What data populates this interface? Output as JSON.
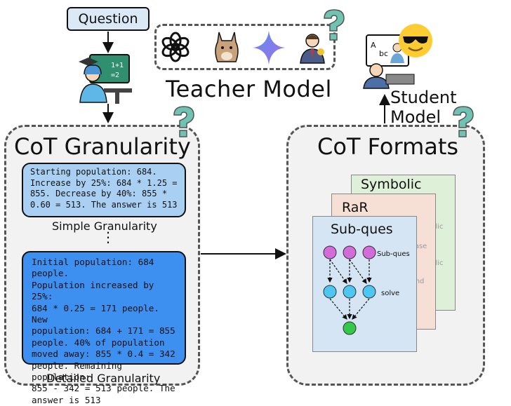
{
  "question": "Question",
  "teacher": {
    "label": "Teacher Model",
    "model_icons": [
      "openai-logo-icon",
      "llama-icon",
      "gemini-icon",
      "expert-person-icon"
    ]
  },
  "student": {
    "label": "Student Model"
  },
  "granularity": {
    "title": "CoT Granularity",
    "simple": {
      "text": "Starting population: 684.\nIncrease by 25%: 684 * 1.25 =\n855. Decrease by 40%: 855 *\n0.60 = 513. The answer is 513",
      "caption": "Simple Granularity"
    },
    "ellipsis": "⋮",
    "detailed": {
      "text": "Initial population: 684 people.\nPopulation increased by 25%:\n684 * 0.25 = 171 people. New\npopulation: 684 + 171 = 855\npeople. 40% of population\nmoved away: 855 * 0.4 = 342\npeople. Remaining population:\n855 - 342 = 513 people. The\nanswer is 513",
      "caption": "Detailed Granularity"
    }
  },
  "formats": {
    "title": "CoT Formats",
    "cards": [
      "Symbolic",
      "RaR",
      "Sub-ques"
    ],
    "symbolic_labels": [
      "Symbolic",
      "Symbolic"
    ],
    "rar_labels": [
      "rephrase",
      "respond"
    ],
    "subques_labels": [
      "Sub-ques",
      "solve"
    ]
  },
  "colors": {
    "question_fill": "#dbe9f7",
    "simple_fill": "#a9cff2",
    "detailed_fill": "#3d8ff0",
    "symbolic_card": "#dff0d8",
    "rar_card": "#f6dfd5",
    "subques_card": "#d5e5f4",
    "node_top": "#d36bd8",
    "node_mid": "#4cc7f2",
    "node_bottom": "#33c84a",
    "question_mark": "#6fc3b2"
  }
}
